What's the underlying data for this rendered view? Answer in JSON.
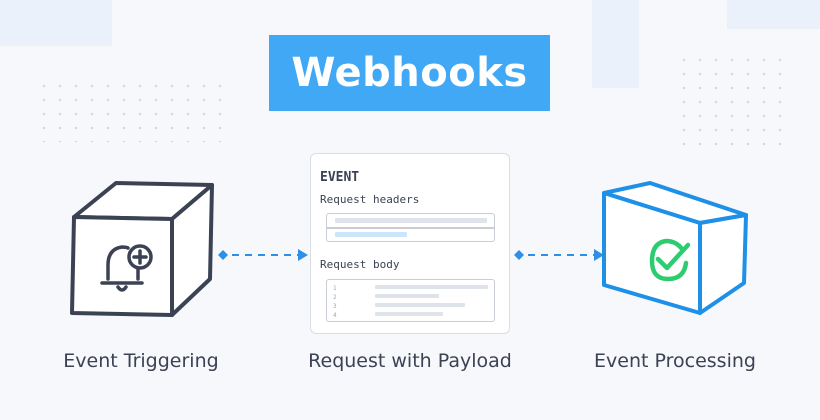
{
  "title": "Webhooks",
  "nodes": [
    {
      "label": "Event Triggering",
      "icon": "bell-plus-icon",
      "color": "#3a4254"
    },
    {
      "label": "Request with Payload"
    },
    {
      "label": "Event Processing",
      "icon": "check-circle-icon",
      "color": "#1e90e8"
    }
  ],
  "payload": {
    "heading": "EVENT",
    "headers_label": "Request headers",
    "body_label": "Request body",
    "line_numbers": [
      "1",
      "2",
      "3",
      "4"
    ]
  },
  "colors": {
    "accent": "#41a8f5",
    "check": "#2ecc71",
    "arrow": "#2f8fe6",
    "text": "#3a4254"
  }
}
